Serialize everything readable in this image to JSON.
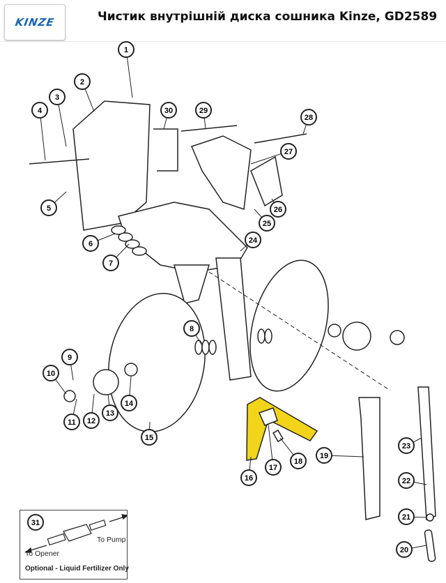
{
  "header": {
    "logo_text": "KINZE",
    "title": "Чистик внутрішній диска сошника Kinze, GD2589"
  },
  "colors": {
    "highlight": "#f2d41a",
    "logo": "#1a64b0",
    "line": "#222222"
  },
  "callouts": [
    "1",
    "2",
    "3",
    "4",
    "5",
    "6",
    "7",
    "8",
    "9",
    "10",
    "11",
    "12",
    "13",
    "14",
    "15",
    "16",
    "17",
    "18",
    "19",
    "20",
    "21",
    "22",
    "23",
    "24",
    "25",
    "26",
    "27",
    "28",
    "29",
    "30"
  ],
  "inset": {
    "callout": "31",
    "to_pump": "To Pump",
    "to_opener": "To Opener",
    "note": "Optional - Liquid Fertilizer Only"
  }
}
